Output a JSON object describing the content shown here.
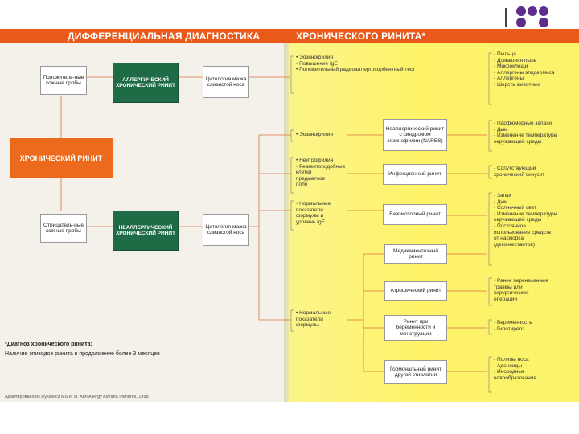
{
  "header": {
    "title_left": "ДИФФЕРЕНЦИАЛЬНАЯ ДИАГНОСТИКА",
    "title_right": "ХРОНИЧЕСКОГО РИНИТА*"
  },
  "colors": {
    "accent": "#e8591a",
    "green": "#1f6b45",
    "highlight": "#fff36a",
    "dots": [
      "#5c2d8a",
      "#5c2d8a",
      "#5c2d8a",
      "#5c2d8a",
      "#ffffff",
      "#5c2d8a",
      "#5c2d8a",
      "#5c2d8a",
      "#5c2d8a"
    ]
  },
  "diagram": {
    "root": "ХРОНИЧЕСКИЙ РИНИТ",
    "test_pos": "Положитель-ные кожные пробы",
    "test_neg": "Отрицатель-ные кожные пробы",
    "allergic": "АЛЛЕРГИЧЕСКИЙ ХРОНИЧЕСКИЙ РИНИТ",
    "nonallergic": "НЕАЛЛЕРГИЧЕСКИЙ ХРОНИЧЕСКИЙ РИНИТ",
    "smear_1": "Цитология мазка слизистой носа",
    "smear_2": "Цитология мазка слизистой носа",
    "allergic_findings": "• Эозинофилия\n• Повышение IgE\n• Положительный радиоаллергосорбентный тест",
    "findings_1": "• Эозинофилия",
    "findings_2": "• Нейтрофилия\n• Реагентоподобные клетки\n  предметное\n  поле",
    "findings_3": "• Нормальные показатели\n  формулы и\n  уровень IgE",
    "findings_4": "• Нормальные\n  показатели\n  формулы",
    "mid_1": "Неаллергический ринит с синдромом эозинофилии (NARES)",
    "mid_2": "Инфекционный ринит",
    "mid_3": "Вазомоторный ринит",
    "mid_4": "Медикаментозный ринит",
    "mid_5": "Атрофический ринит",
    "mid_6": "Ринит при беременности и менструации",
    "mid_7": "Гормональный ринит другой этиологии",
    "right_1": "- Пыльца\n- Домашняя пыль\n- Микроклещи\n- Аллергены эпидермиса\n- Аллергены\n- Шерсть животных",
    "right_2": "- Парфюмерные запахи\n- Дым\n- Изменение температуры\n  окружающей среды",
    "right_3": "- Сопутствующий\n  хронический синусит",
    "right_4": "- Запах\n- Дым\n- Солнечный свет\n- Изменение температуры\n  окружающей среды\n- Постоянное\n  использование средств\n  от насморка\n  (деконгестантов)",
    "right_5": "- Ранее перенесенные\n  травмы или\n  хирургические\n  операции",
    "right_6": "- Беременность\n- Гипотиреоз",
    "right_7": "- Полипы носа\n- Аденоиды\n- Инородные\n  новообразования"
  },
  "footnote": {
    "title": "*Диагноз хронического ринита:",
    "text": "Наличие эпизодов ринита в продолжение более 3 месяцев",
    "source": "Адаптировано из Dykewicz MS et al. Ann Allergy Asthma Immunol, 1998"
  }
}
